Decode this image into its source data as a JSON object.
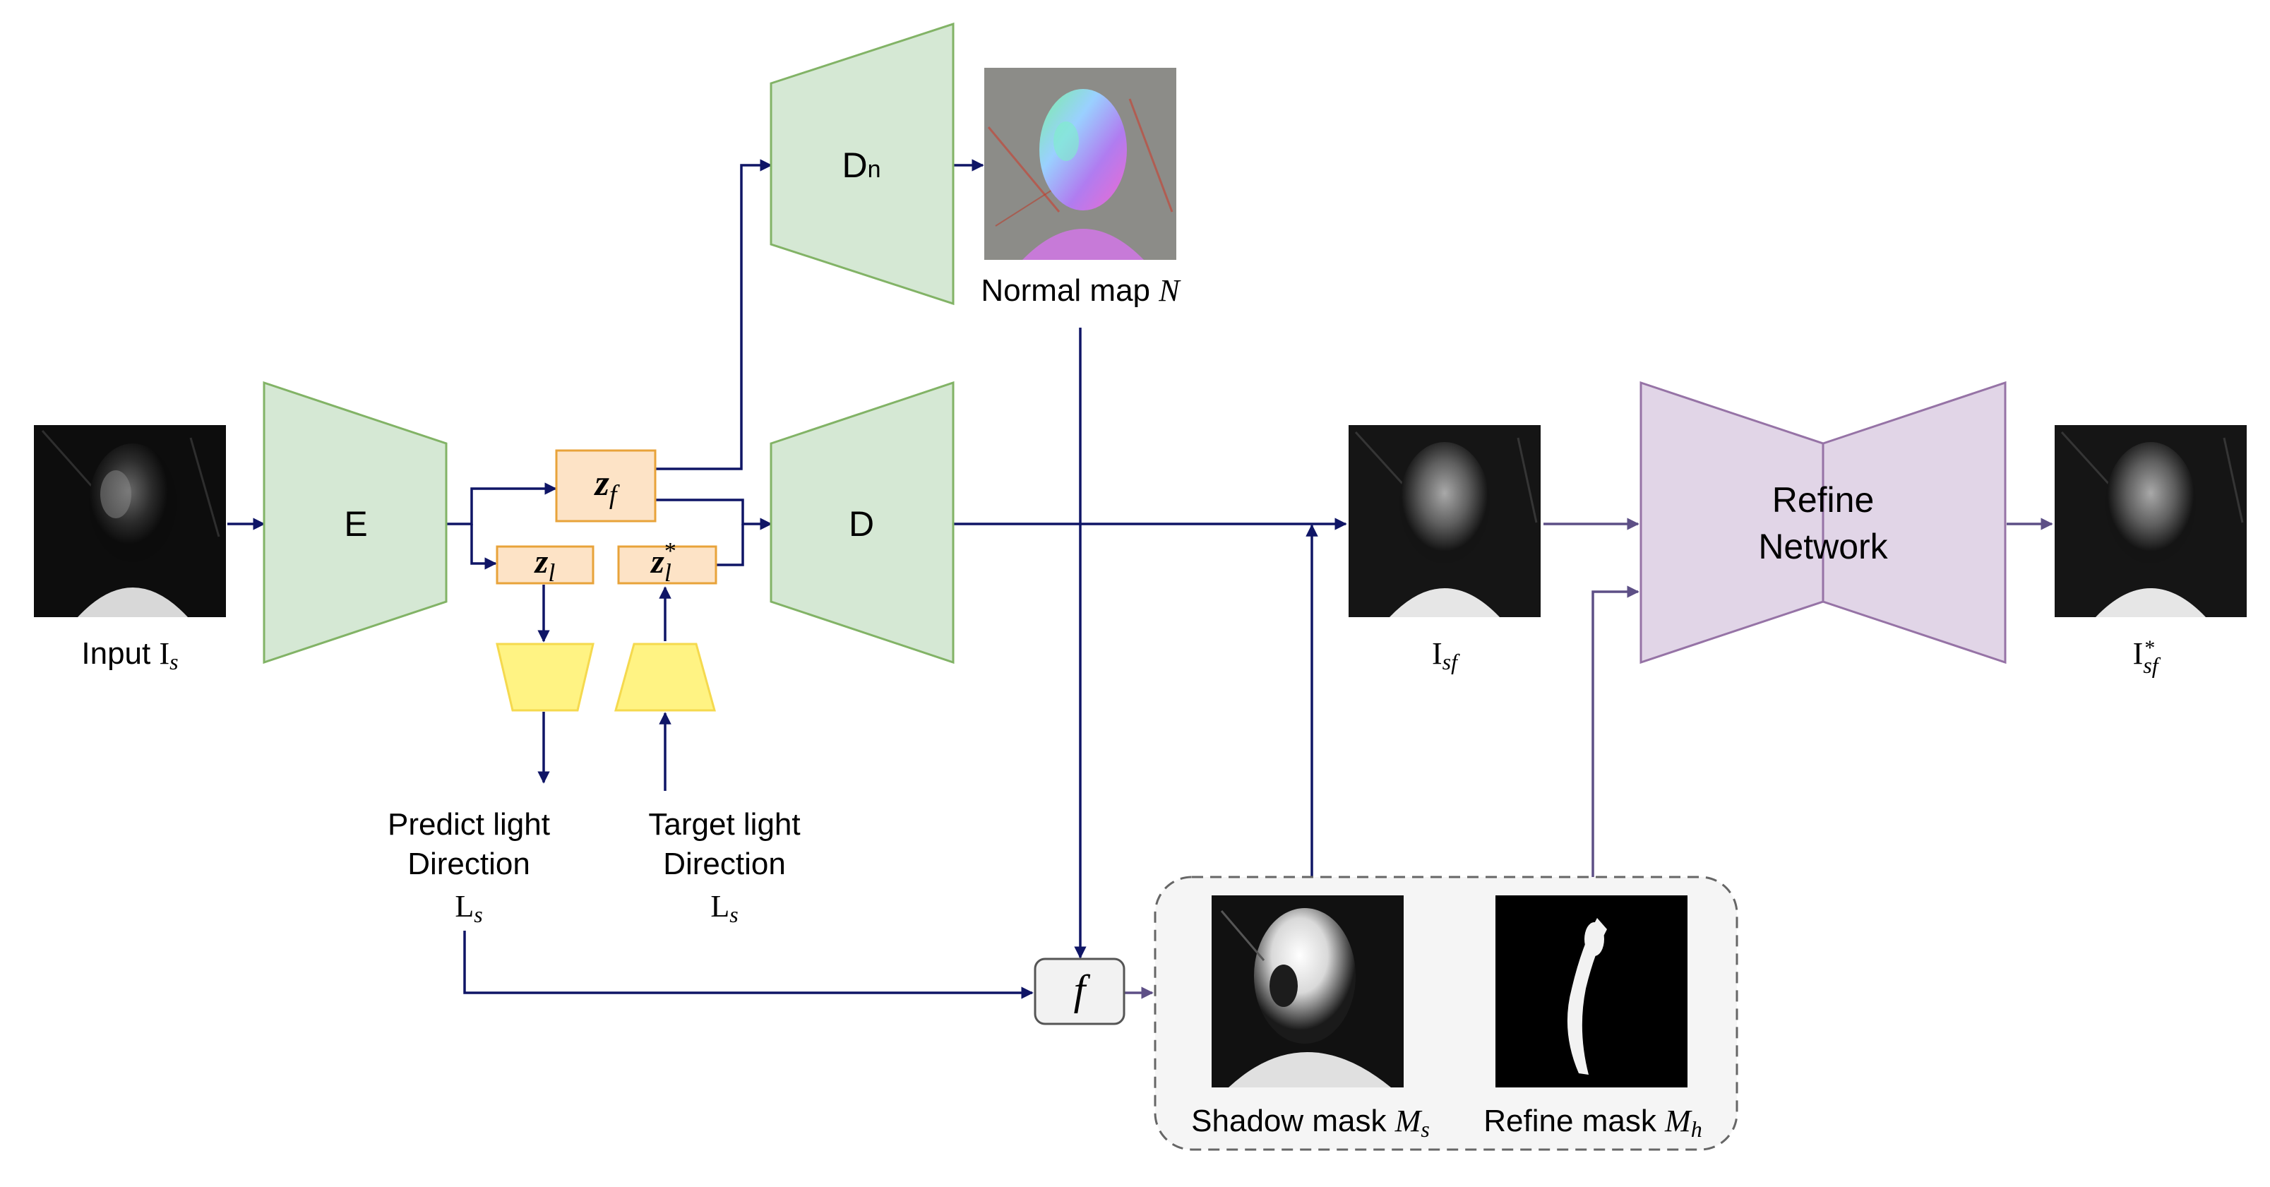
{
  "blocks": {
    "encoder": "E",
    "decoder": "D",
    "normal_decoder_main": "D",
    "normal_decoder_sub": "n",
    "refine_line1": "Refine",
    "refine_line2": "Network"
  },
  "latents": {
    "zf_base": "z",
    "zf_sub": "f",
    "zl_base": "z",
    "zl_sub": "l",
    "zlstar_base": "z",
    "zlstar_sub": "l",
    "zlstar_sup": "*"
  },
  "labels": {
    "input_text": "Input ",
    "input_sym": "I",
    "input_sub": "s",
    "normal_text": "Normal map ",
    "normal_sym": "N",
    "isf_sym": "I",
    "isf_sub": "sf",
    "isf_star_sym": "I",
    "isf_star_sup": "*",
    "isf_star_sub": "sf",
    "predict_line1": "Predict light",
    "predict_line2": "Direction",
    "predict_sym": "L",
    "predict_sub": "s",
    "target_line1": "Target light",
    "target_line2": "Direction",
    "target_sym": "L",
    "target_sub": "s",
    "f_op": "f",
    "shadow_text": "Shadow mask ",
    "shadow_sym": "M",
    "shadow_sub": "s",
    "refine_mask_text": "Refine mask ",
    "refine_mask_sym": "M",
    "refine_mask_sub": "h"
  },
  "colors": {
    "network_fill": "#d5e8d4",
    "network_stroke": "#82b366",
    "latent_fill": "#fde3c6",
    "latent_stroke": "#e8a33a",
    "mlp_fill": "#fff383",
    "mlp_stroke": "#f5d94e",
    "refine_fill": "#e1d5e7",
    "refine_stroke": "#9673a6",
    "arrow_main": "#0f1566",
    "arrow_refine": "#5d4f86",
    "mask_group_fill": "#f5f5f5",
    "mask_group_stroke": "#666666"
  }
}
